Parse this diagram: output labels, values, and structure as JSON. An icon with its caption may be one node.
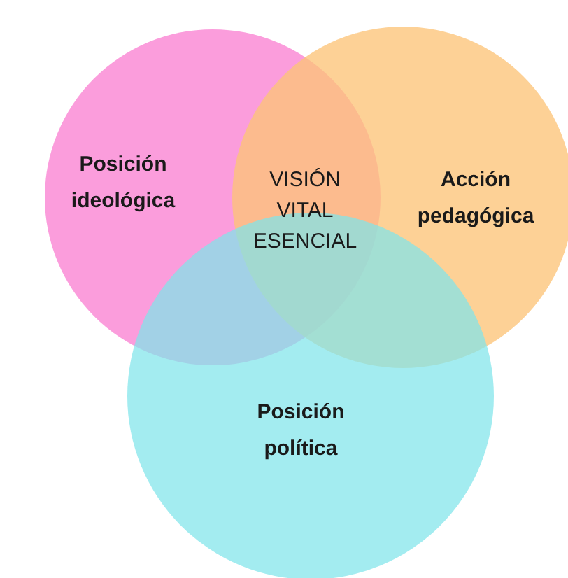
{
  "diagram": {
    "nodes": [
      {
        "text": [
          "Posición ideológica"
        ]
      },
      {
        "text": [
          "Acción pedagógica"
        ]
      },
      {
        "text": [
          "Posición política"
        ]
      }
    ],
    "labels": [
      "VISIÓN VITAL ESENCIAL"
    ]
  }
}
